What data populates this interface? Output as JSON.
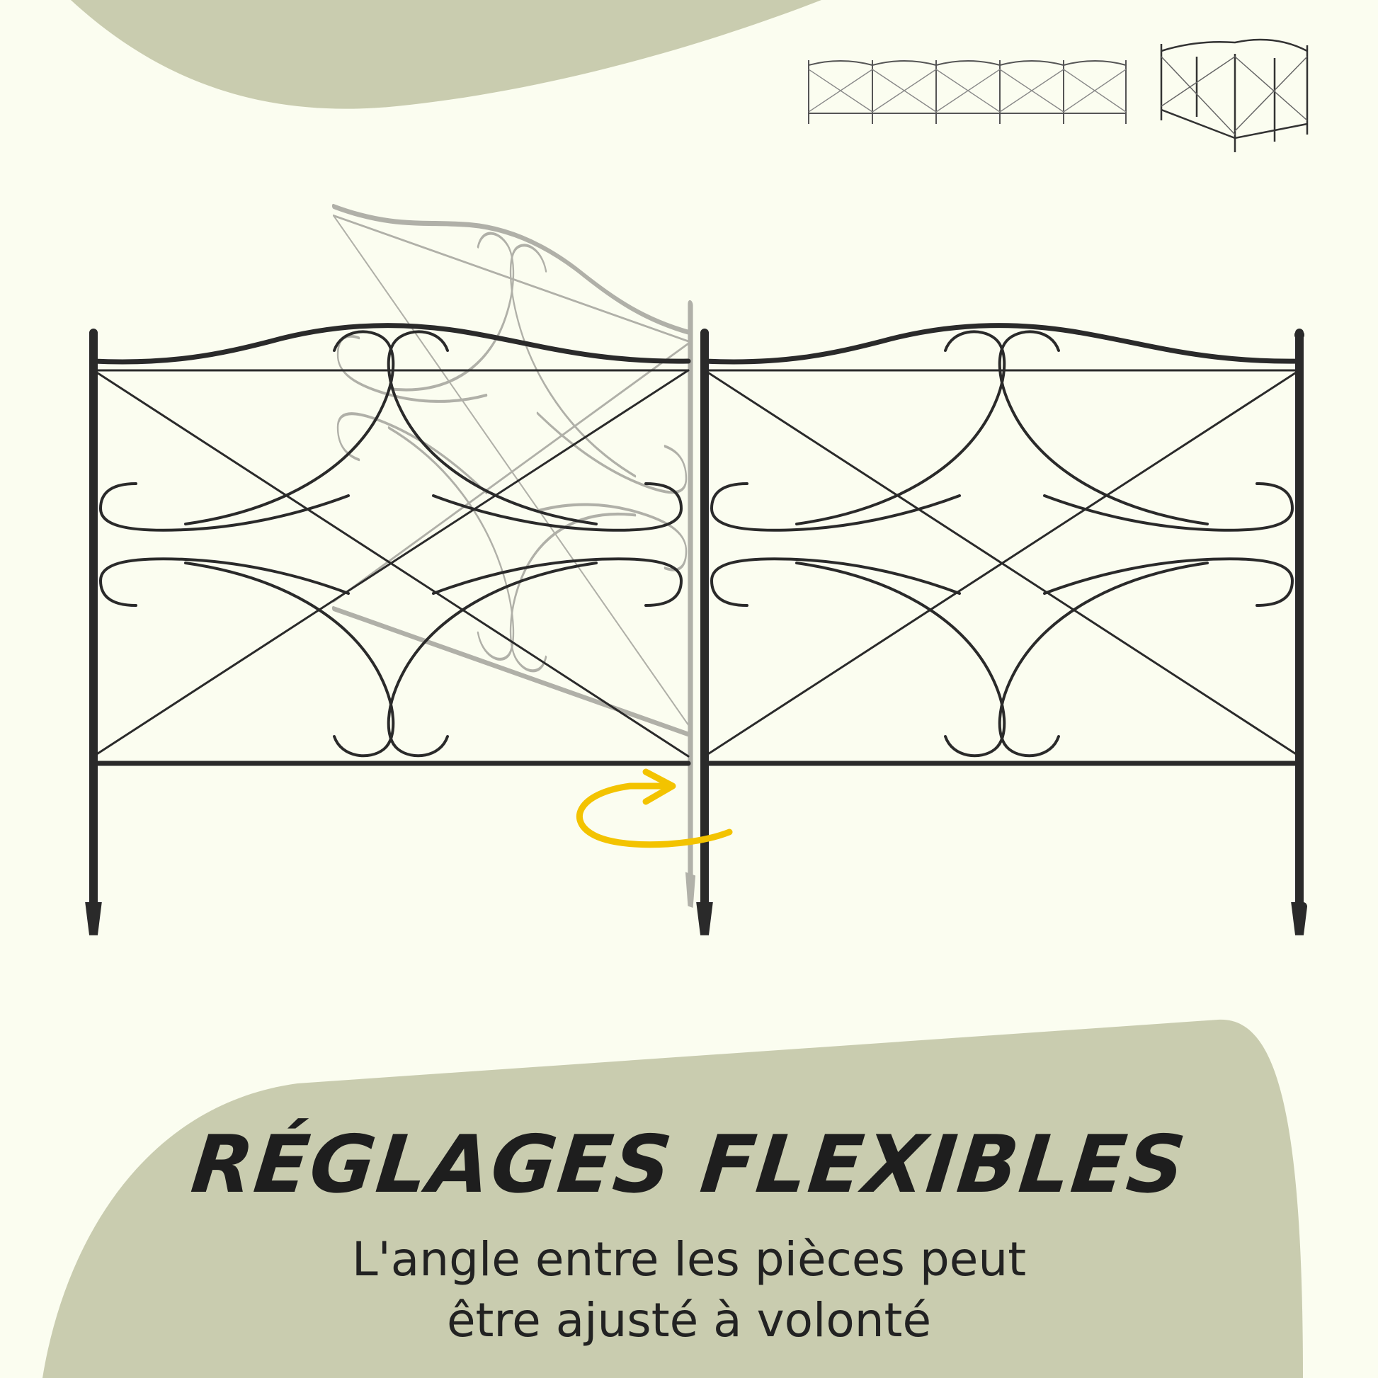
{
  "headline": "RÉGLAGES FLEXIBLES",
  "description": {
    "line1": "L'angle entre les pièces peut",
    "line2": "être ajusté à volonté"
  },
  "colors": {
    "background": "#fbfdf0",
    "blob": "#c9ccaf",
    "metal": "#2a2a2a",
    "ghost": "#9a9a94",
    "arrow": "#f3c300"
  },
  "icons": {
    "rotation": "rotate-arrow-icon",
    "layout_straight": "fence-straight-layout-icon",
    "layout_enclosed": "fence-enclosed-layout-icon"
  }
}
